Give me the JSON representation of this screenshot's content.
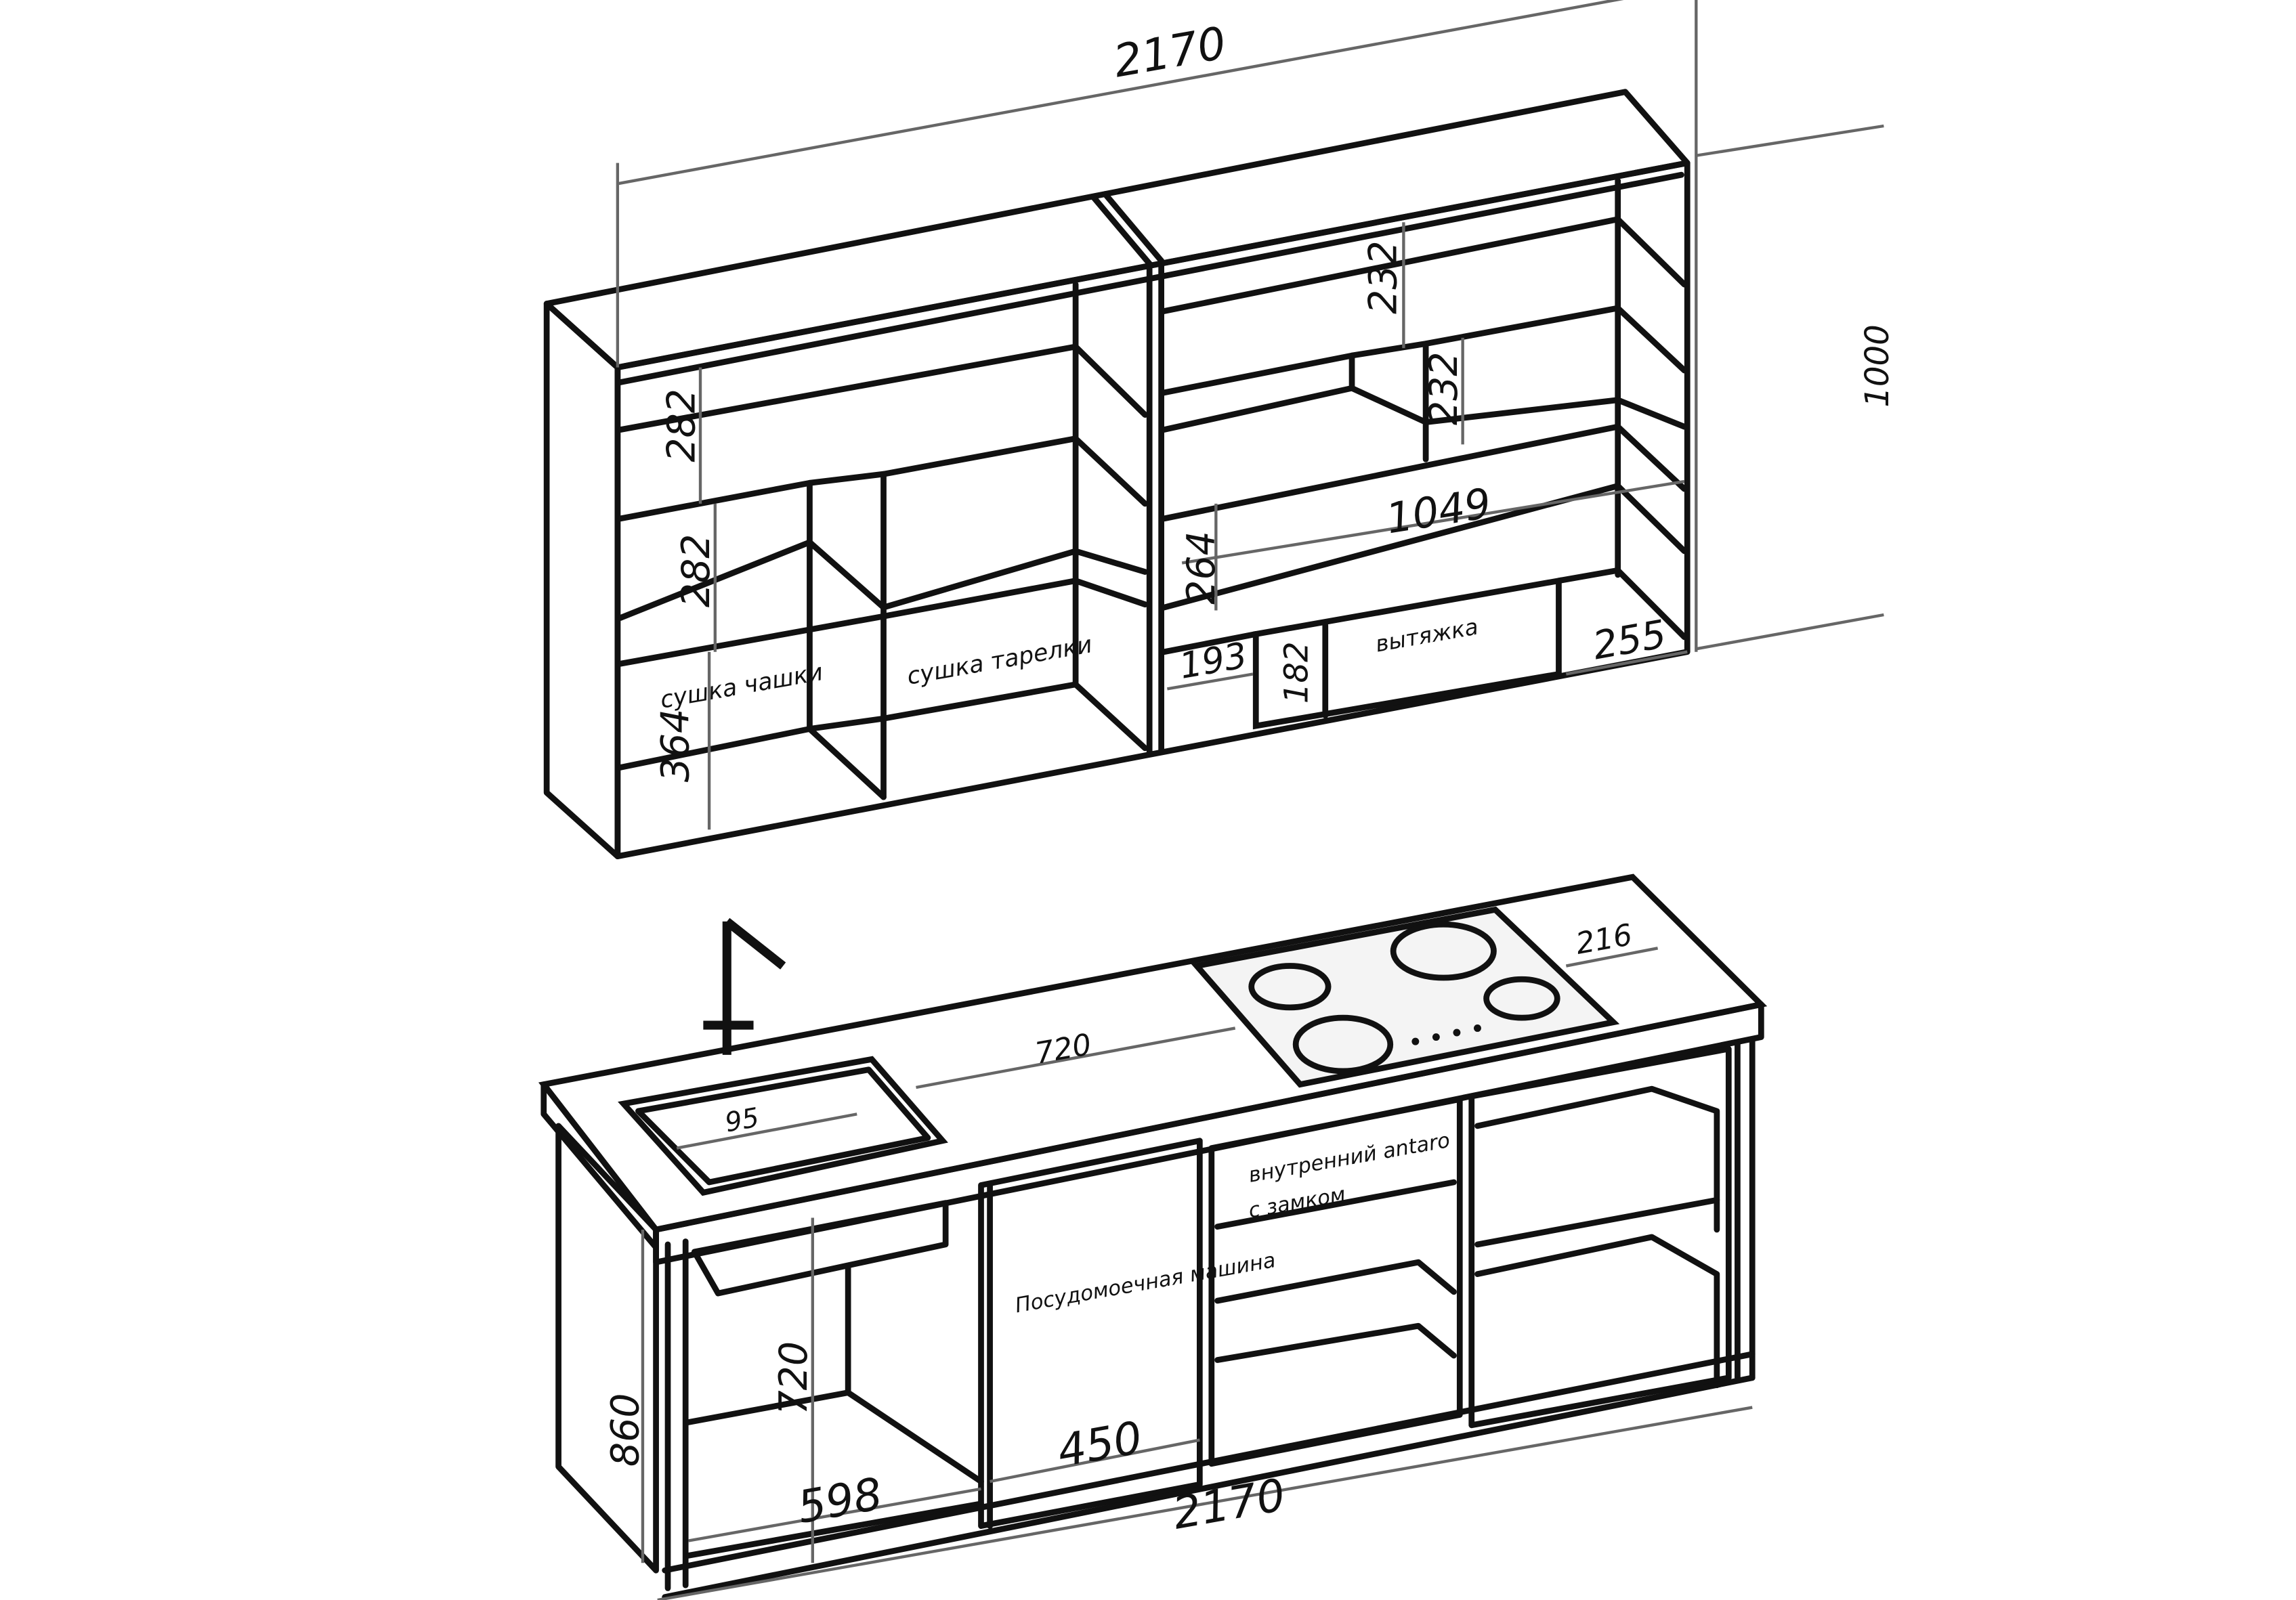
{
  "dimensions": {
    "upper_total_width": "2170",
    "upper_height": "1000",
    "left_shelf_1": "282",
    "left_shelf_2": "282",
    "left_shelf_3": "364",
    "right_shelf_1": "232",
    "right_shelf_2": "232",
    "right_inner_width": "1049",
    "right_shelf_3": "264",
    "hood_side": "193",
    "hood_height": "182",
    "hood_right": "255",
    "hob_offset": "216",
    "sink_to_hob": "720",
    "sink_offset": "95",
    "sink_cabinet_height": "720",
    "sink_cabinet_width": "598",
    "dishwasher_width": "450",
    "lower_total_width": "2170",
    "lower_height": "860"
  },
  "labels": {
    "cup_dryer": "сушка чашки",
    "plate_dryer": "сушка тарелки",
    "hood": "вытяжка",
    "dishwasher": "Посудомоечная машина",
    "drawer_line1": "внутренний antaro",
    "drawer_line2": "с замком"
  }
}
